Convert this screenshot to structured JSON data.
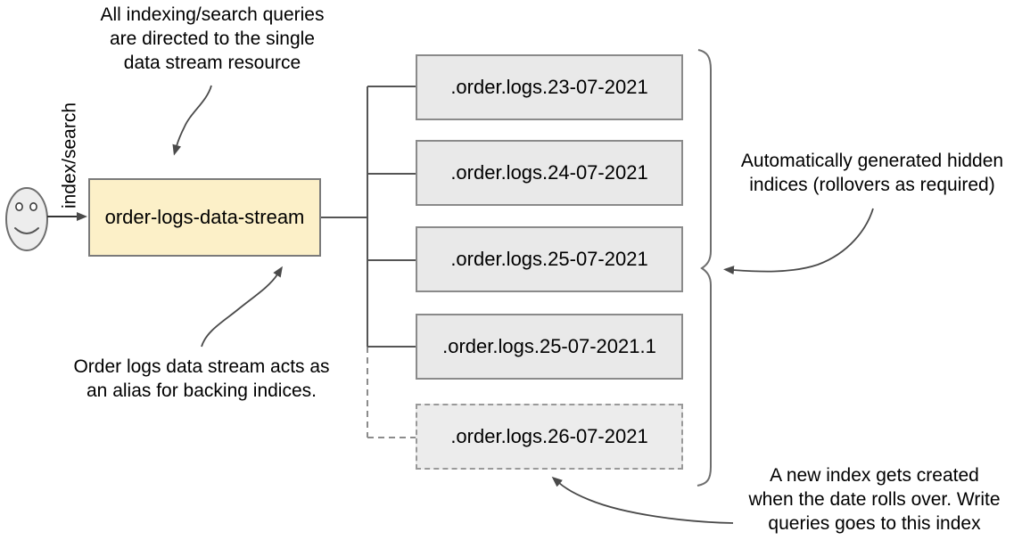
{
  "annotations": {
    "top": "All indexing/search queries\nare directed to the single\ndata stream resource",
    "left_rotated": "index/search",
    "bottom_left": "Order logs data stream acts as\nan alias for backing indices.",
    "right": "Automatically generated hidden\nindices (rollovers as required)",
    "bottom_right": "A new index gets created\nwhen the date rolls over. Write\nqueries goes to this index"
  },
  "data_stream": {
    "label": "order-logs-data-stream"
  },
  "indices": [
    {
      "label": ".order.logs.23-07-2021",
      "style": "solid"
    },
    {
      "label": ".order.logs.24-07-2021",
      "style": "solid"
    },
    {
      "label": ".order.logs.25-07-2021",
      "style": "solid"
    },
    {
      "label": ".order.logs.25-07-2021.1",
      "style": "solid"
    },
    {
      "label": ".order.logs.26-07-2021",
      "style": "dashed"
    }
  ],
  "icons": {
    "actor": "smiley-face-icon"
  },
  "colors": {
    "stream_fill": "#fcf0c8",
    "stream_border": "#7a7a7a",
    "index_fill": "#e9e9e9",
    "index_border": "#8a8a8a",
    "dashed_border": "#999999",
    "line": "#555555",
    "arrow": "#4a4a4a",
    "text": "#000000"
  }
}
